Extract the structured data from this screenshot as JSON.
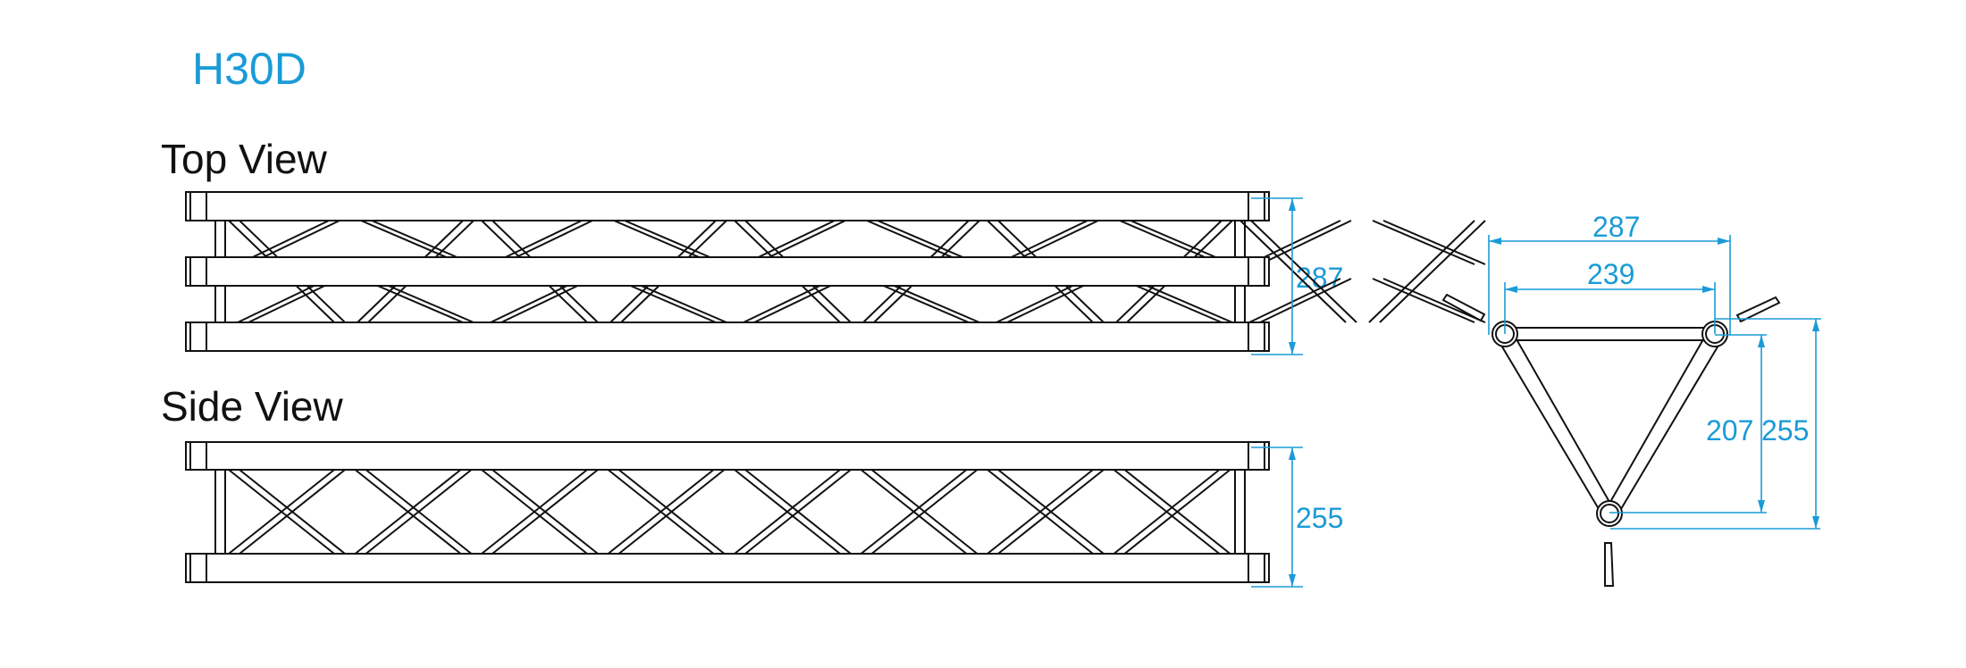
{
  "title": "H30D",
  "views": {
    "top": {
      "label": "Top View",
      "dimension": "287"
    },
    "side": {
      "label": "Side View",
      "dimension": "255"
    },
    "section": {
      "outer_width": "287",
      "inner_width": "239",
      "inner_height": "207",
      "outer_height": "255"
    }
  },
  "colors": {
    "accent": "#1a9bd7",
    "line": "#111111"
  }
}
